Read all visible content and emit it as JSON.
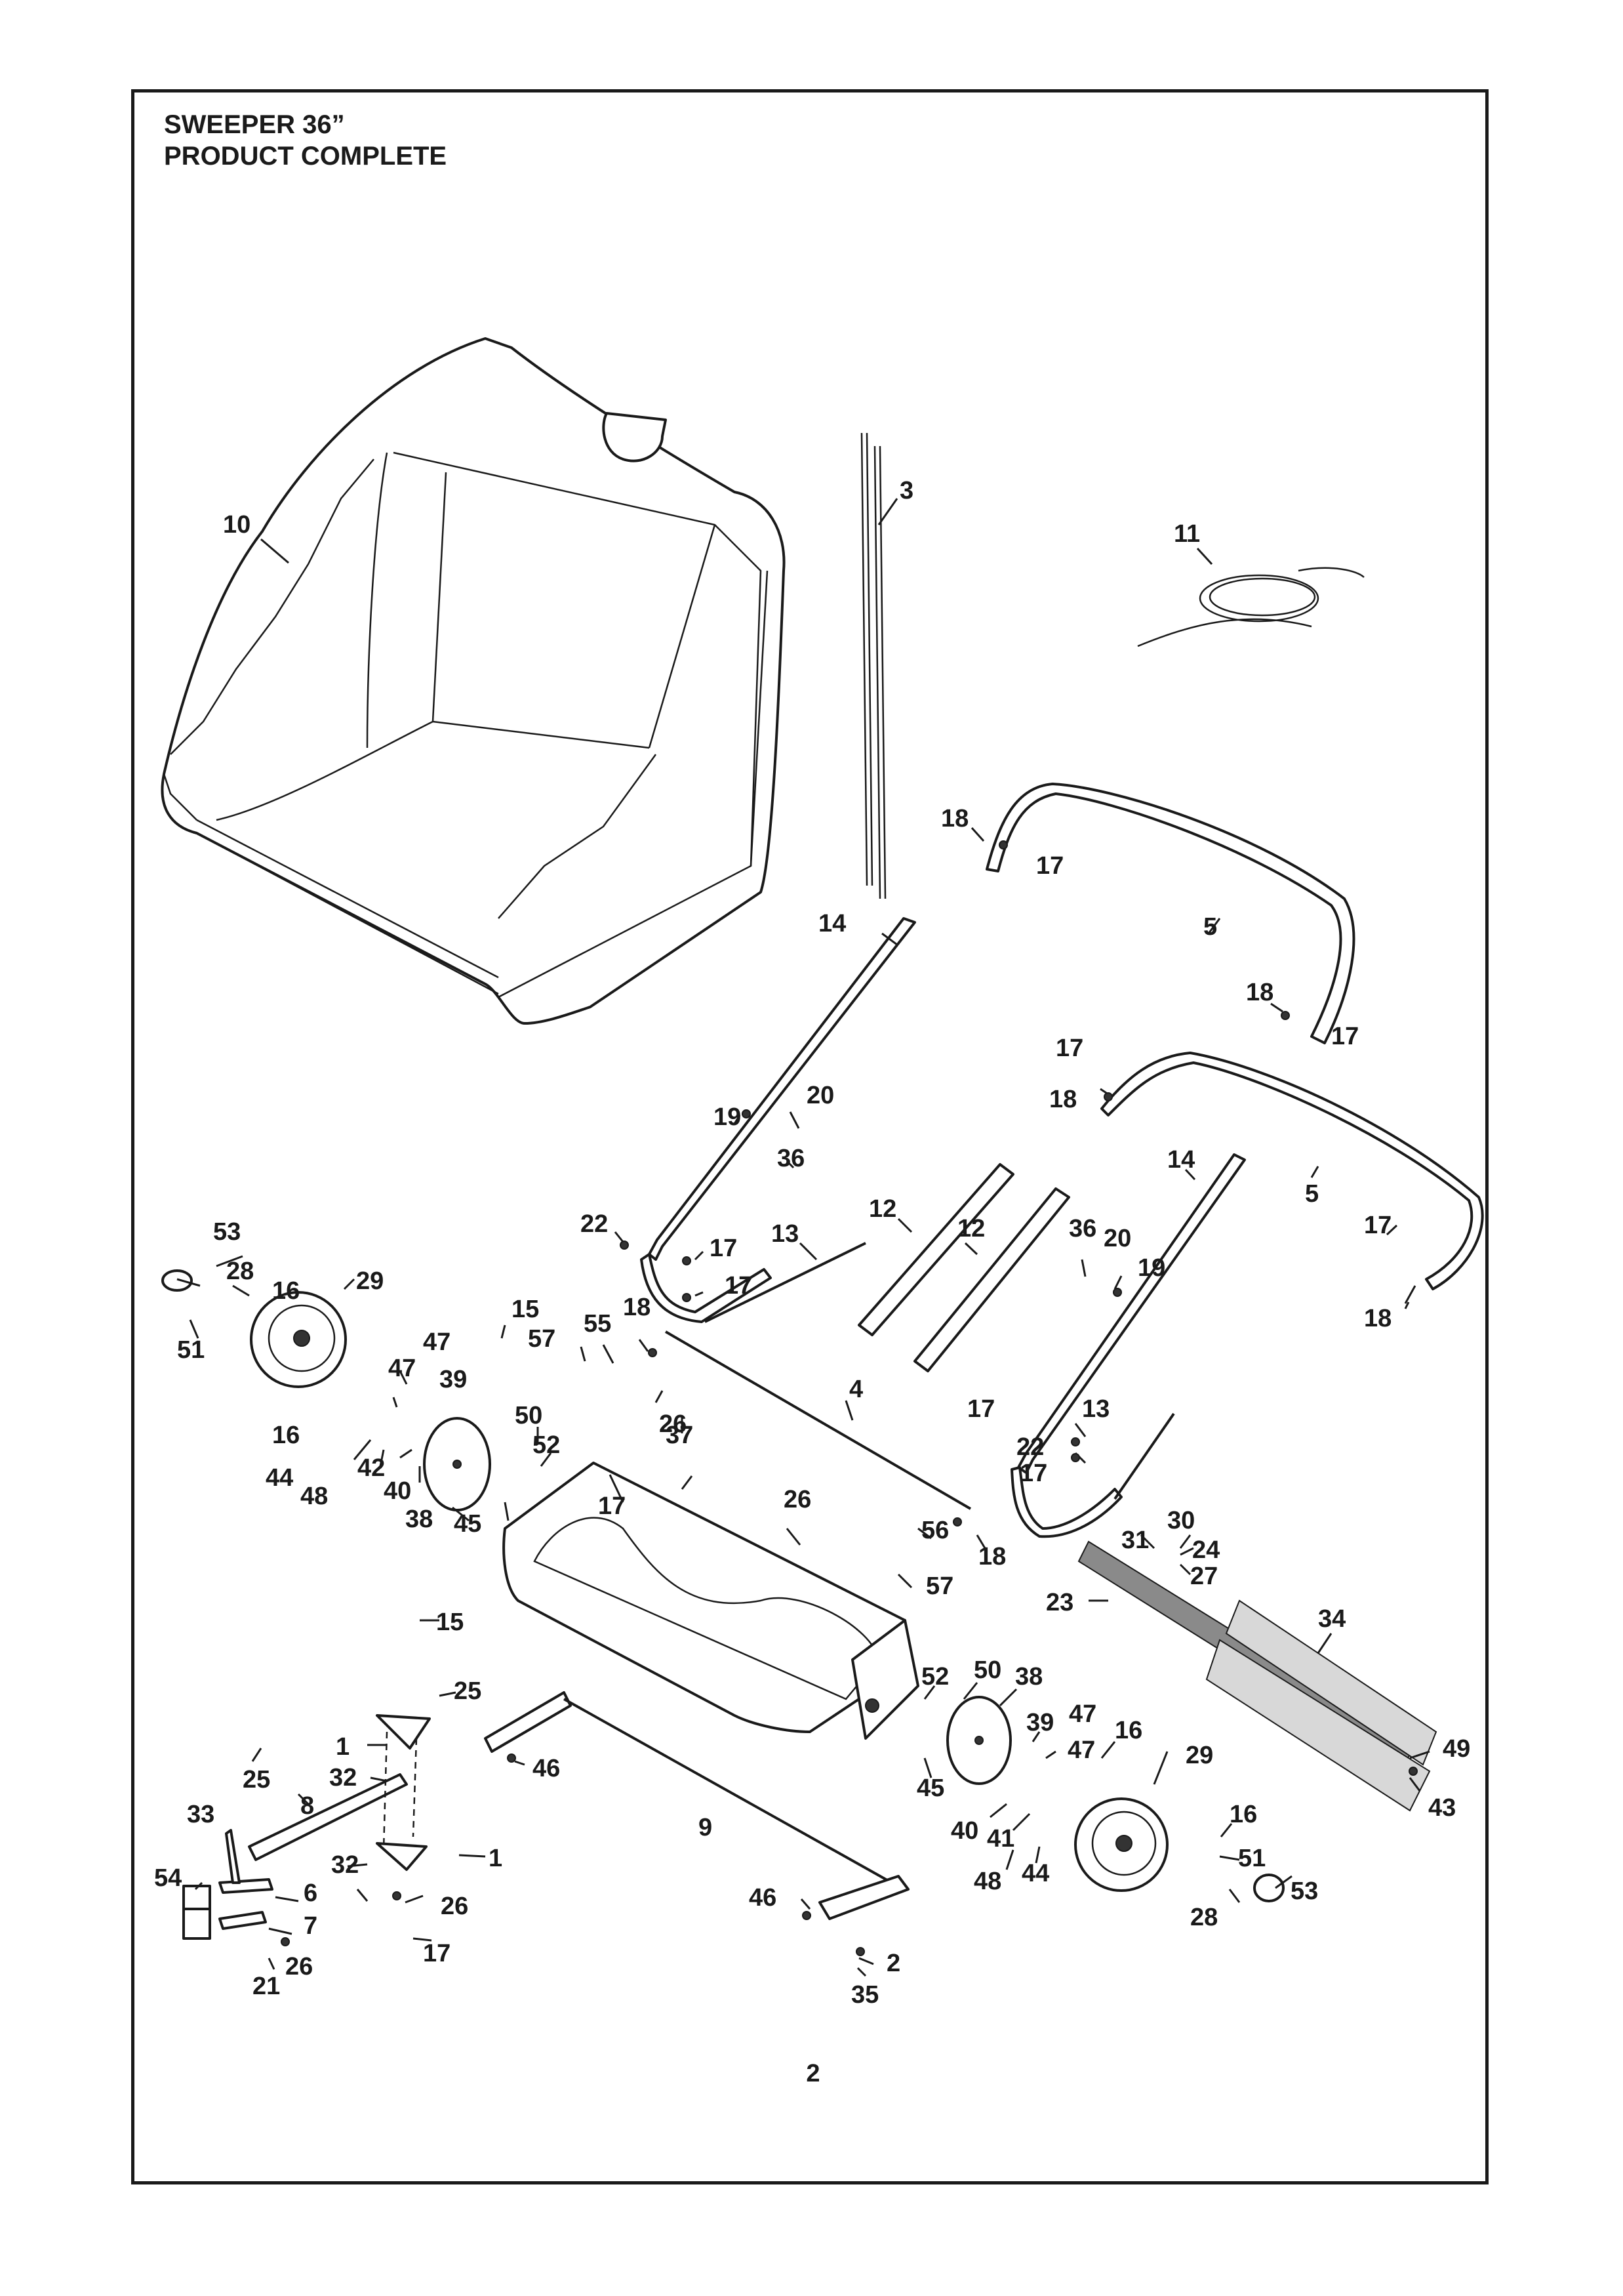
{
  "title": {
    "line1": "SWEEPER 36”",
    "line2": "PRODUCT COMPLETE"
  },
  "page_number": "2",
  "callouts": {
    "c10": "10",
    "c3": "3",
    "c11": "11",
    "c18a": "18",
    "c17a": "17",
    "c5a": "5",
    "c14a": "14",
    "c18b": "18",
    "c17b": "17",
    "c17c": "17",
    "c18c": "18",
    "c14b": "14",
    "c5b": "5",
    "c20a": "20",
    "c19a": "19",
    "c36a": "36",
    "c17d": "17",
    "c18d": "18",
    "c22a": "22",
    "c17e": "17",
    "c17f": "17",
    "c13a": "13",
    "c12a": "12",
    "c12b": "12",
    "c36b": "36",
    "c20b": "20",
    "c19b": "19",
    "c53a": "53",
    "c28a": "28",
    "c16a": "16",
    "c29a": "29",
    "c51a": "51",
    "c15a": "15",
    "c57a": "57",
    "c55": "55",
    "c18e": "18",
    "c47a": "47",
    "c47b": "47",
    "c39a": "39",
    "c16b": "16",
    "c26a": "26",
    "c4": "4",
    "c17g": "17",
    "c13b": "13",
    "c22b": "22",
    "c17h": "17",
    "c50a": "50",
    "c52a": "52",
    "c37": "37",
    "c44a": "44",
    "c48a": "48",
    "c42": "42",
    "c40a": "40",
    "c38a": "38",
    "c45a": "45",
    "c17i": "17",
    "c26b": "26",
    "c56": "56",
    "c18f": "18",
    "c57b": "57",
    "c30": "30",
    "c31": "31",
    "c24": "24",
    "c27": "27",
    "c23": "23",
    "c34": "34",
    "c15b": "15",
    "c25a": "25",
    "c52b": "52",
    "c50b": "50",
    "c38b": "38",
    "c1a": "1",
    "c32a": "32",
    "c39b": "39",
    "c47c": "47",
    "c47d": "47",
    "c16c": "16",
    "c29b": "29",
    "c49": "49",
    "c43": "43",
    "c25b": "25",
    "c8": "8",
    "c46a": "46",
    "c45b": "45",
    "c33": "33",
    "c9": "9",
    "c40b": "40",
    "c41": "41",
    "c16d": "16",
    "c1b": "1",
    "c32b": "32",
    "c48b": "48",
    "c44b": "44",
    "c51b": "51",
    "c54": "54",
    "c6": "6",
    "c26c": "26",
    "c7": "7",
    "c46b": "46",
    "c53b": "53",
    "c28b": "28",
    "c17j": "17",
    "c26d": "26",
    "c2": "2",
    "c21": "21",
    "c35": "35"
  }
}
